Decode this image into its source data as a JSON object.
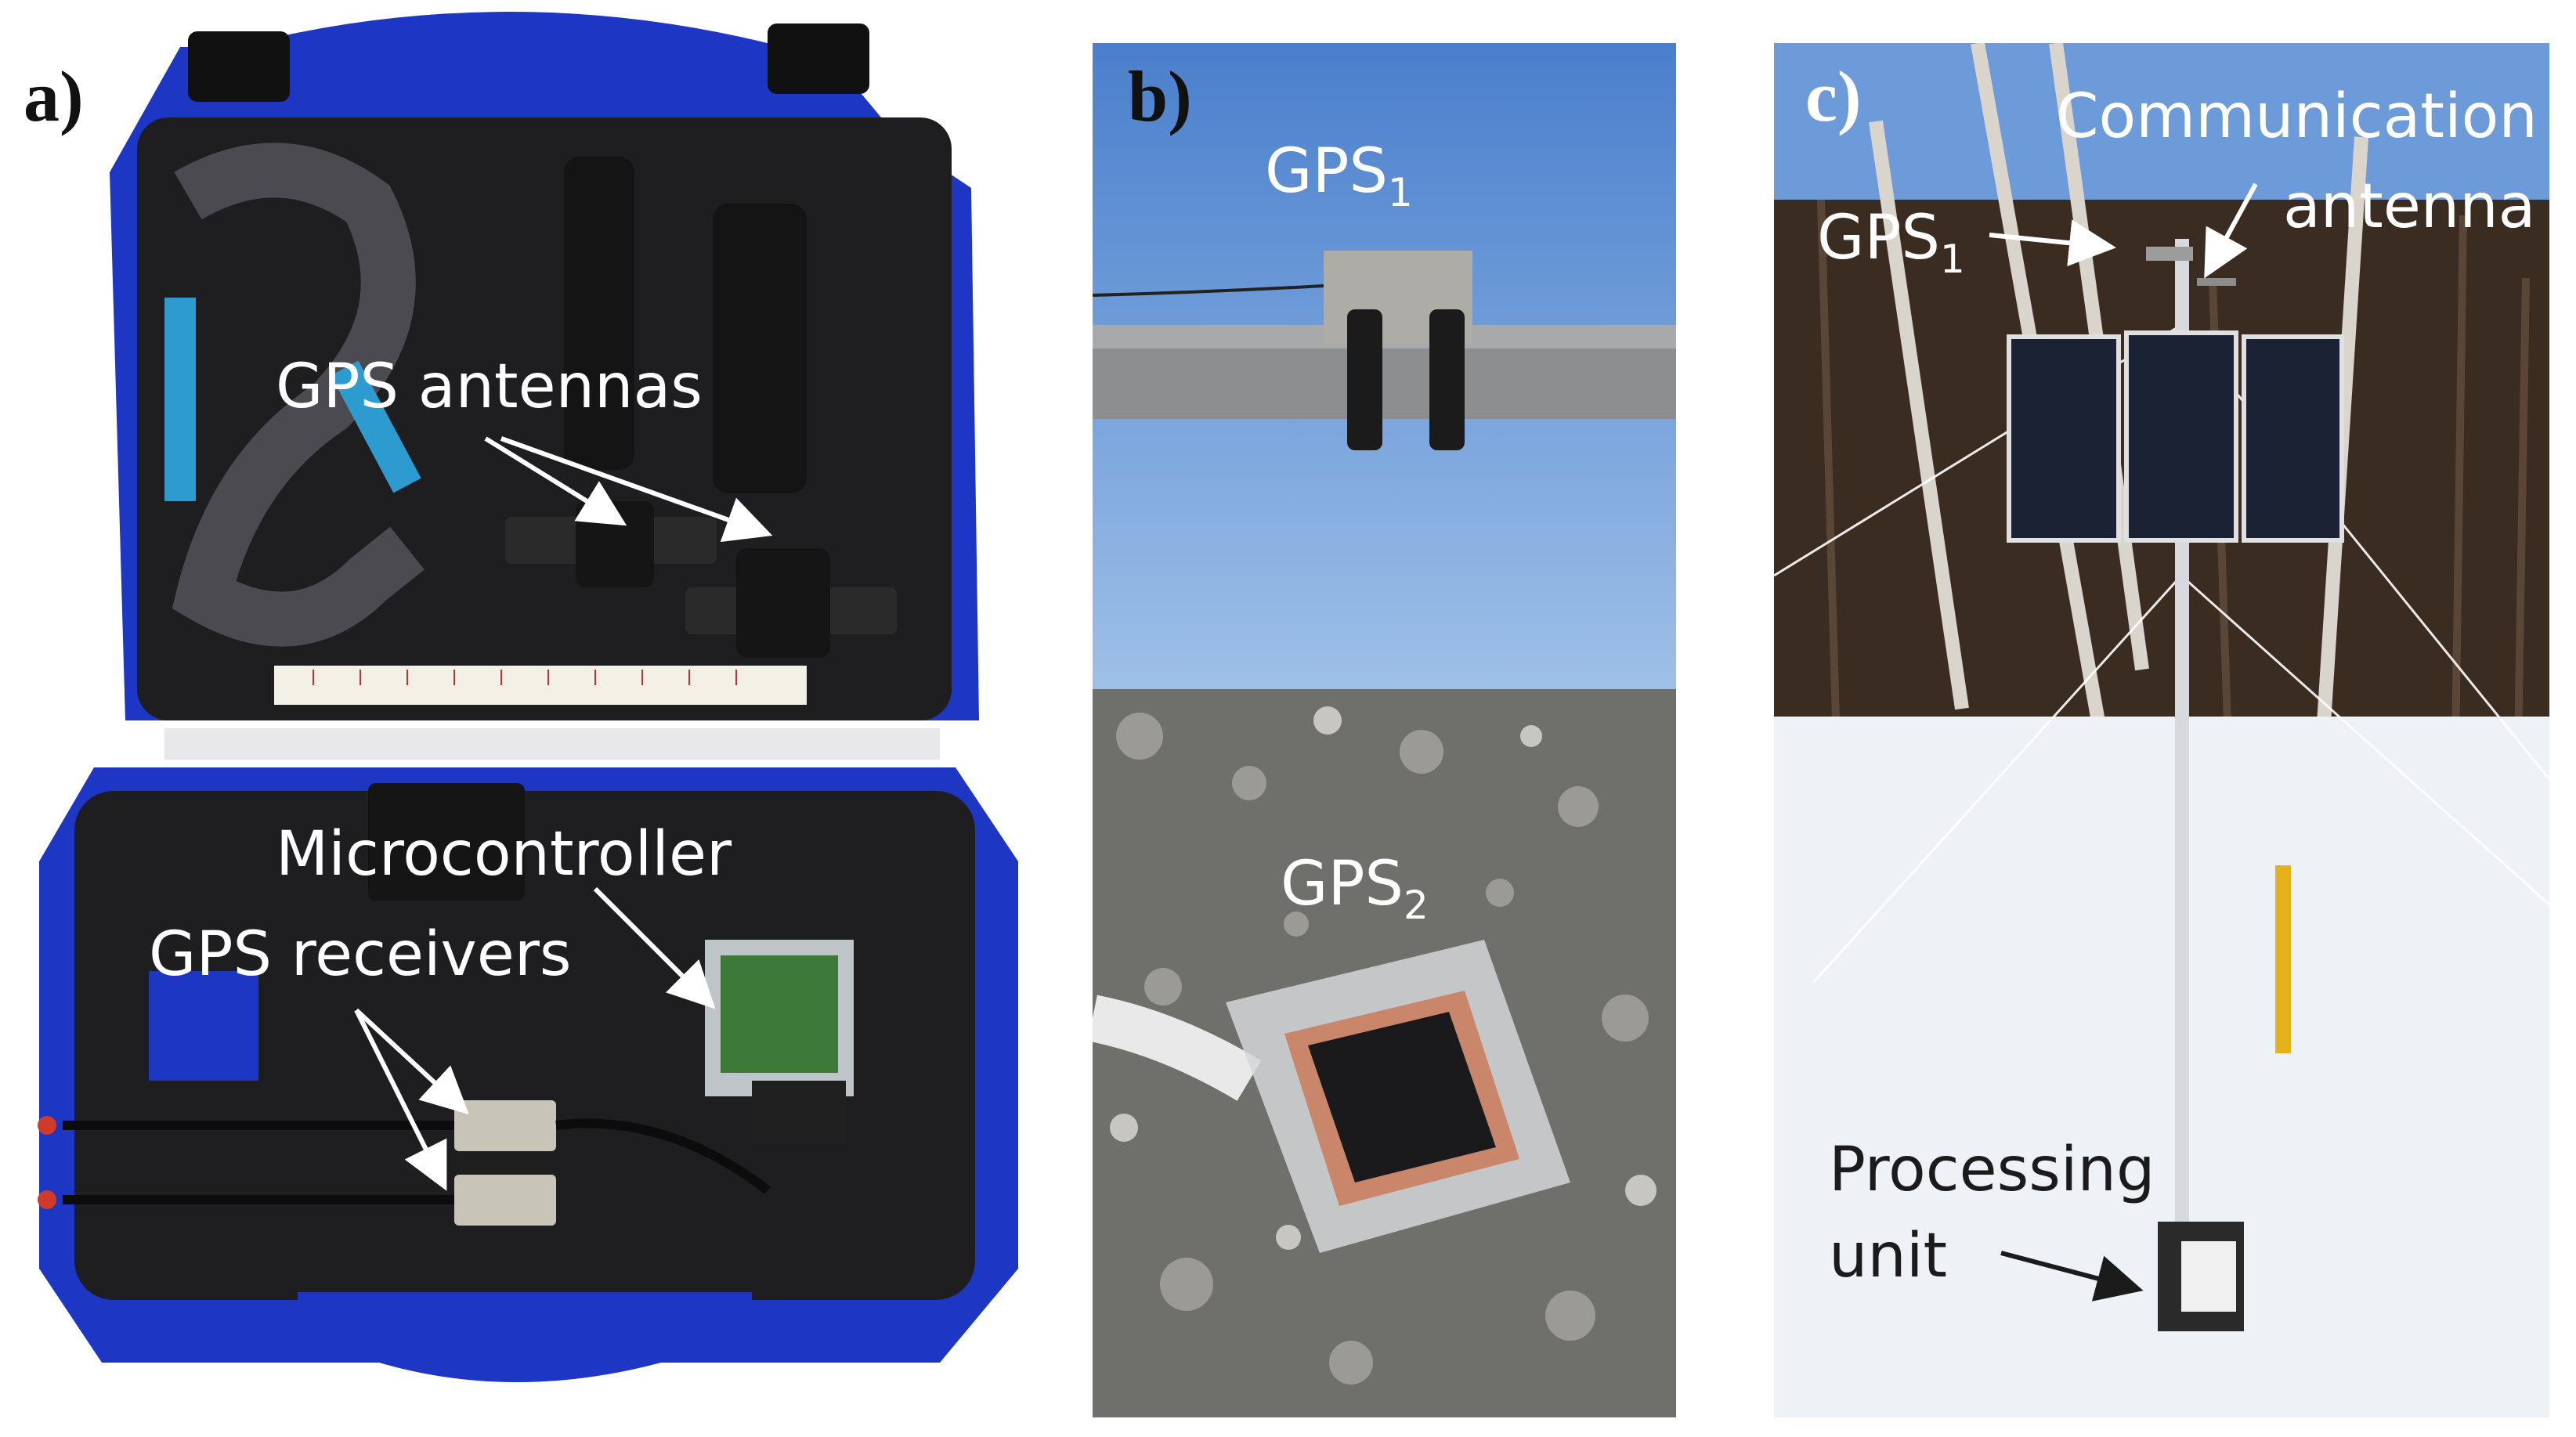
{
  "panels": {
    "a": {
      "label": "a)",
      "annotations": {
        "gps_antennas": "GPS antennas",
        "microcontroller": "Microcontroller",
        "gps_receivers": "GPS receivers"
      }
    },
    "b": {
      "label": "b)",
      "annotations": {
        "gps1_base": "GPS",
        "gps1_sub": "1",
        "gps2_base": "GPS",
        "gps2_sub": "2"
      }
    },
    "c": {
      "label": "c)",
      "annotations": {
        "comm_line1": "Communication",
        "comm_line2": "antenna",
        "gps1_base": "GPS",
        "gps1_sub": "1",
        "proc_line1": "Processing",
        "proc_line2": "unit"
      }
    }
  },
  "colors": {
    "case_blue": "#1d36c4",
    "foam_black": "#1e1e20",
    "sky_blue": "#5d8fd4",
    "snow": "#f1f3f7",
    "annotation_white": "#ffffff"
  }
}
